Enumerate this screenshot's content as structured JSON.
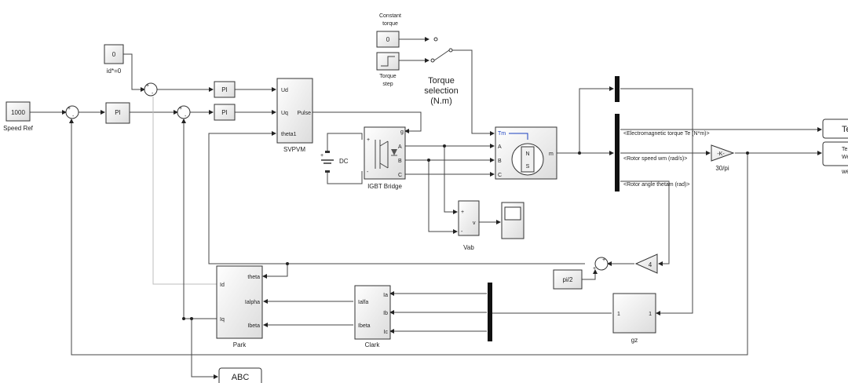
{
  "blocks": {
    "speed_ref": {
      "value": "1000",
      "label": "Speed Ref"
    },
    "id_ref": {
      "value": "0",
      "label": "id*=0"
    },
    "pi": "PI",
    "svpwm": {
      "label": "SVPVM",
      "ports": [
        "Ud",
        "Uq",
        "theta1",
        "Pulse"
      ]
    },
    "constant_torque": {
      "label_line1": "Constant",
      "label_line2": "torque",
      "value": "0"
    },
    "torque_step": {
      "label_line1": "Torque",
      "label_line2": "step"
    },
    "torque_selection": {
      "line1": "Torque",
      "line2": "selection",
      "line3": "(N.m)"
    },
    "dc": {
      "label": "DC",
      "plus": "+",
      "minus": "-"
    },
    "igbt": {
      "label": "IGBT Bridge",
      "ports": [
        "g",
        "A",
        "B",
        "C"
      ],
      "side": [
        "+",
        "-"
      ]
    },
    "motor": {
      "ports": [
        "Tm",
        "A",
        "B",
        "C",
        "m"
      ],
      "n": "N",
      "s": "S"
    },
    "vab": {
      "label": "Vab",
      "ports": [
        "+",
        "-",
        "v"
      ]
    },
    "bus_signals": [
      "<Electromagnetic torque Te (N*m)>",
      "<Rotor speed wm (rad/s)>",
      "<Rotor angle thetam (rad)>"
    ],
    "gain_rpm": {
      "value": "-K-",
      "label": "30/pi"
    },
    "out_te": "Te",
    "out_we": {
      "line1": "Te",
      "line2": "We",
      "label": "we"
    },
    "gain4": "4",
    "pi_half": "pi/2",
    "gz": {
      "label": "gz",
      "in": "1",
      "out": "1"
    },
    "park": {
      "label": "Park",
      "left": [
        "Id",
        "Iq"
      ],
      "right": [
        "theta",
        "Ialpha",
        "Ibeta"
      ]
    },
    "clark": {
      "label": "Clark",
      "left": [
        "Ialfa",
        "Ibeta"
      ],
      "right": [
        "Ia",
        "Ib",
        "Ic"
      ]
    },
    "abc": "ABC",
    "sum_signs": {
      "plus": "+",
      "minus": "-"
    }
  }
}
